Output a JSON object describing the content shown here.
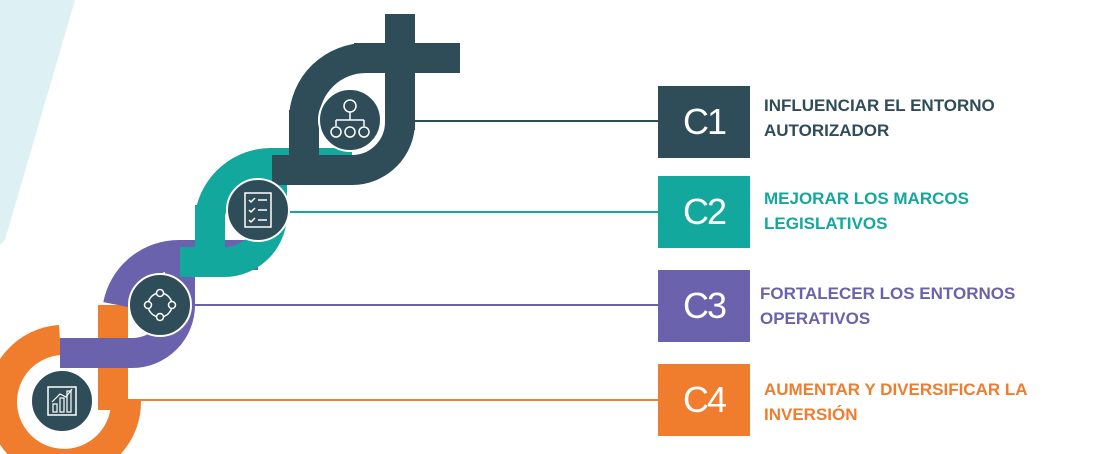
{
  "colors": {
    "c1": "#2f4c59",
    "c2": "#12a89d",
    "c3": "#6b62ad",
    "c4": "#ef7d2d",
    "background_band": "#ddf1f4"
  },
  "steps": [
    {
      "code": "C1",
      "title": "INFLUENCIAR EL ENTORNO AUTORIZADOR",
      "icon": "org-chart-icon"
    },
    {
      "code": "C2",
      "title": "MEJORAR LOS MARCOS LEGISLATIVOS",
      "icon": "checklist-icon"
    },
    {
      "code": "C3",
      "title": "FORTALECER LOS ENTORNOS OPERATIVOS",
      "icon": "cycle-icon"
    },
    {
      "code": "C4",
      "title": "AUMENTAR Y DIVERSIFICAR LA INVERSIÓN",
      "icon": "bar-chart-icon"
    }
  ]
}
